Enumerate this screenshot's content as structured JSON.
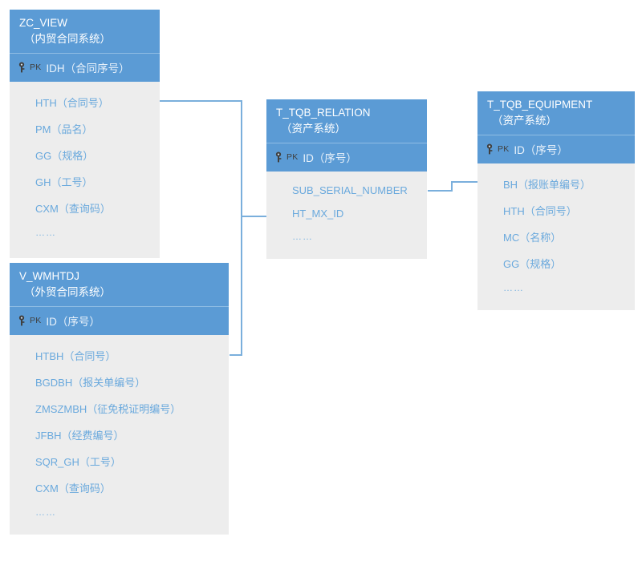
{
  "diagram": {
    "title": "Database entity relationship diagram",
    "colors": {
      "header_blue": "#5b9bd5",
      "body_gray": "#ededed",
      "attribute_blue": "#6aa9dd",
      "connector_blue": "#7aafdc",
      "pk_tag": "#404040",
      "background": "#ffffff"
    },
    "pk_tag_label": "PK",
    "key_icon": "key-icon"
  },
  "entities": [
    {
      "id": "zc-view",
      "name": "ZC_VIEW",
      "system": "（内贸合同系统）",
      "pk": "IDH（合同序号）",
      "attributes": [
        "HTH（合同号）",
        "PM（品名）",
        "GG（规格）",
        "GH（工号）",
        "CXM（查询码）",
        "……"
      ]
    },
    {
      "id": "wmhtdj",
      "name": "V_WMHTDJ",
      "system": "（外贸合同系统）",
      "pk": "ID（序号）",
      "attributes": [
        "HTBH（合同号）",
        "BGDBH（报关单编号）",
        "ZMSZMBH（征免税证明编号）",
        "JFBH（经费编号）",
        "SQR_GH（工号）",
        "CXM（查询码）",
        "……"
      ]
    },
    {
      "id": "relation",
      "name": "T_TQB_RELATION",
      "system": "（资产系统）",
      "pk": "ID（序号）",
      "attributes": [
        "SUB_SERIAL_NUMBER",
        "HT_MX_ID",
        "……"
      ]
    },
    {
      "id": "equipment",
      "name": "T_TQB_EQUIPMENT",
      "system": "（资产系统）",
      "pk": "ID（序号）",
      "attributes": [
        "BH（报账单编号）",
        "HTH（合同号）",
        "MC（名称）",
        "GG（规格）",
        "……"
      ]
    }
  ],
  "connections": [
    {
      "id": "zc-view-to-relation",
      "from": "ZC_VIEW.HTH（合同号）",
      "to": "T_TQB_RELATION.HT_MX_ID"
    },
    {
      "id": "wmhtdj-to-relation",
      "from": "V_WMHTDJ.HTBH（合同号）",
      "to": "T_TQB_RELATION.HT_MX_ID"
    },
    {
      "id": "relation-to-equipment",
      "from": "T_TQB_RELATION.SUB_SERIAL_NUMBER",
      "to": "T_TQB_EQUIPMENT.BH（报账单编号）"
    }
  ]
}
